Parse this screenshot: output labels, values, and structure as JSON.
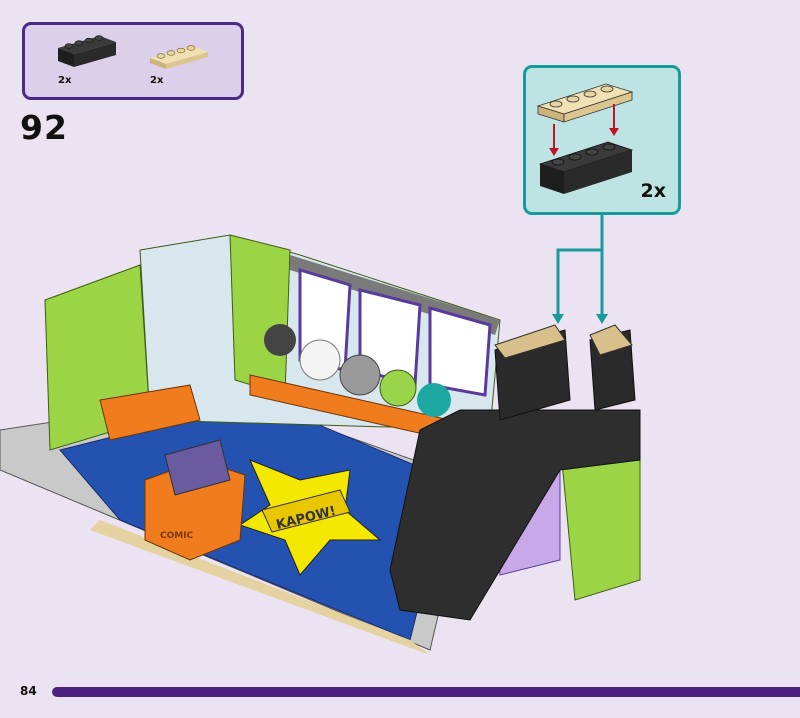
{
  "parts_list": {
    "items": [
      {
        "part": "black-brick-1x4",
        "color": "#2a2a2a",
        "quantity": "2x"
      },
      {
        "part": "tan-plate-1x4",
        "color": "#e6d3a0",
        "quantity": "2x"
      }
    ]
  },
  "step": {
    "number": "92"
  },
  "callout": {
    "quantity": "2x"
  },
  "illustration": {
    "sign_text": "KAPOW!",
    "crate_text": "COMIC"
  },
  "footer": {
    "page_number": "84",
    "progress_color": "#4b2280"
  },
  "colors": {
    "background": "#ece3f2",
    "accent_purple": "#4b2a85",
    "callout_teal": "#1a9b9b"
  }
}
